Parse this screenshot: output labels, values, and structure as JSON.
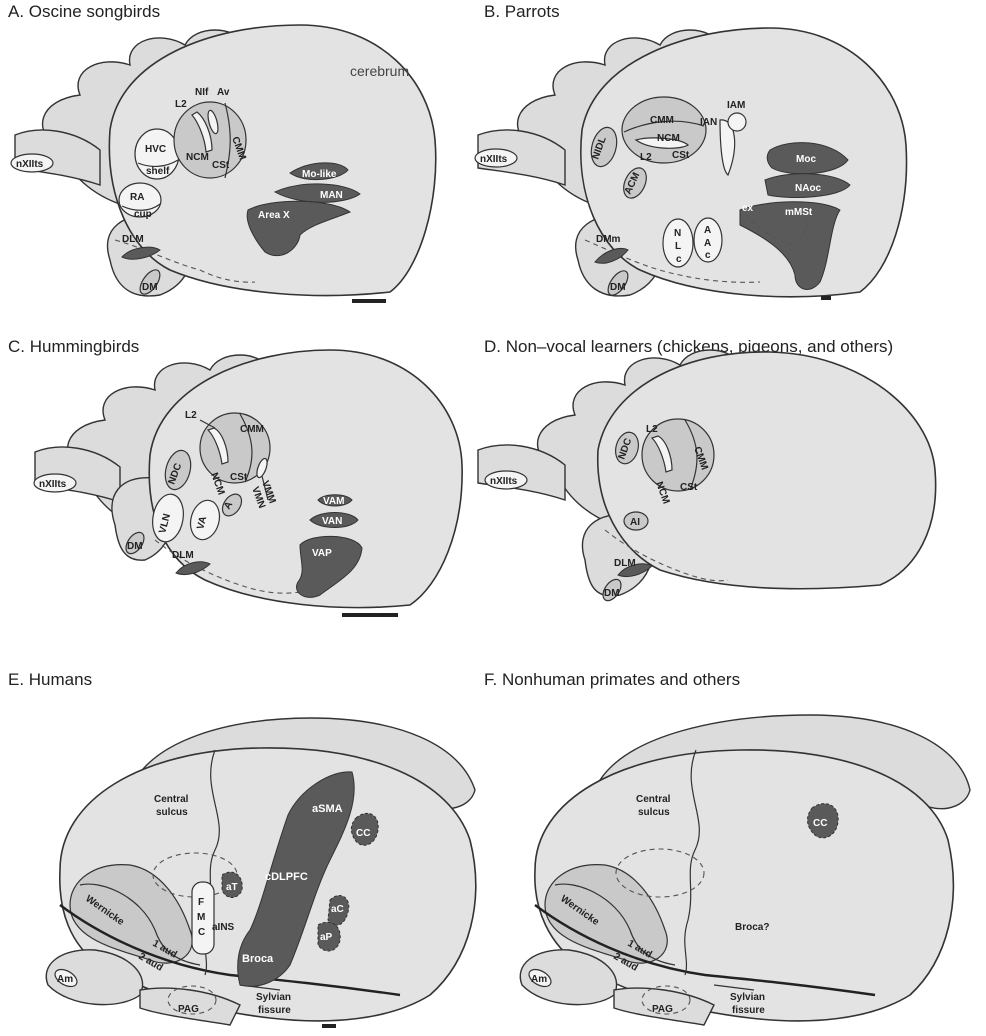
{
  "panels": {
    "a": {
      "title": "A. Oscine songbirds",
      "labels": {
        "cerebrum": "cerebrum",
        "hvc": "HVC",
        "shelf": "shelf",
        "l2": "L2",
        "nif": "NIf",
        "av": "Av",
        "cmm": "CMM",
        "ncm": "NCM",
        "csf": "CSt",
        "ra": "RA",
        "cup": "cup",
        "mo_like": "Mo-like",
        "man": "MAN",
        "area_x": "Area X",
        "dlm": "DLM",
        "dm": "DM",
        "nxiits": "nXIIts"
      }
    },
    "b": {
      "title": "B. Parrots",
      "labels": {
        "cmm": "CMM",
        "ncm": "NCM",
        "l2": "L2",
        "csf": "CSt",
        "nidl": "NIDL",
        "acm": "ACM",
        "ian": "IAN",
        "iam": "IAM",
        "moc": "Moc",
        "naoc": "NAoc",
        "mmst": "mMSt",
        "ex": "ex",
        "nlc_n": "N",
        "nlc_l": "L",
        "nlc_c": "c",
        "aac_a1": "A",
        "aac_a2": "A",
        "aac_c": "c",
        "dmm": "DMm",
        "dm": "DM",
        "nxiits": "nXIIts"
      }
    },
    "c": {
      "title": "C. Hummingbirds",
      "labels": {
        "l2": "L2",
        "cmm": "CMM",
        "ncm": "NCM",
        "csf": "CSt",
        "vmm": "VMM",
        "vmn": "VMN",
        "ndc": "NDC",
        "vln": "VLN",
        "va": "VA",
        "a": "A",
        "vam": "VAM",
        "van": "VAN",
        "vap": "VAP",
        "dlm": "DLM",
        "dm": "DM",
        "nxiits": "nXIIts"
      }
    },
    "d": {
      "title": "D. Non–vocal learners (chickens, pigeons, and others)",
      "labels": {
        "ndc": "NDC",
        "l2": "L2",
        "cmm": "CMM",
        "ncm": "NCM",
        "csf": "CSt",
        "ai": "AI",
        "dlm": "DLM",
        "dm": "DM",
        "nxiits": "nXIIts"
      }
    },
    "e": {
      "title": "E. Humans",
      "labels": {
        "central": "Central",
        "sulcus": "sulcus",
        "asma": "aSMA",
        "cc": "CC",
        "cdlpfc": "cDLPFC",
        "wernicke": "Wernicke",
        "fmc_f": "F",
        "fmc_m": "M",
        "fmc_c": "C",
        "at": "aT",
        "ains": "aINS",
        "ac": "aC",
        "ap": "aP",
        "broca": "Broca",
        "aud1": "1 aud",
        "aud2": "2 aud",
        "am": "Am",
        "pag": "PAG",
        "sylvian": "Sylvian",
        "fissure": "fissure"
      }
    },
    "f": {
      "title": "F. Nonhuman primates and others",
      "labels": {
        "central": "Central",
        "sulcus": "sulcus",
        "cc": "CC",
        "wernicke": "Wernicke",
        "broca": "Broca?",
        "aud1": "1 aud",
        "aud2": "2 aud",
        "am": "Am",
        "pag": "PAG",
        "sylvian": "Sylvian",
        "fissure": "fissure"
      }
    }
  }
}
